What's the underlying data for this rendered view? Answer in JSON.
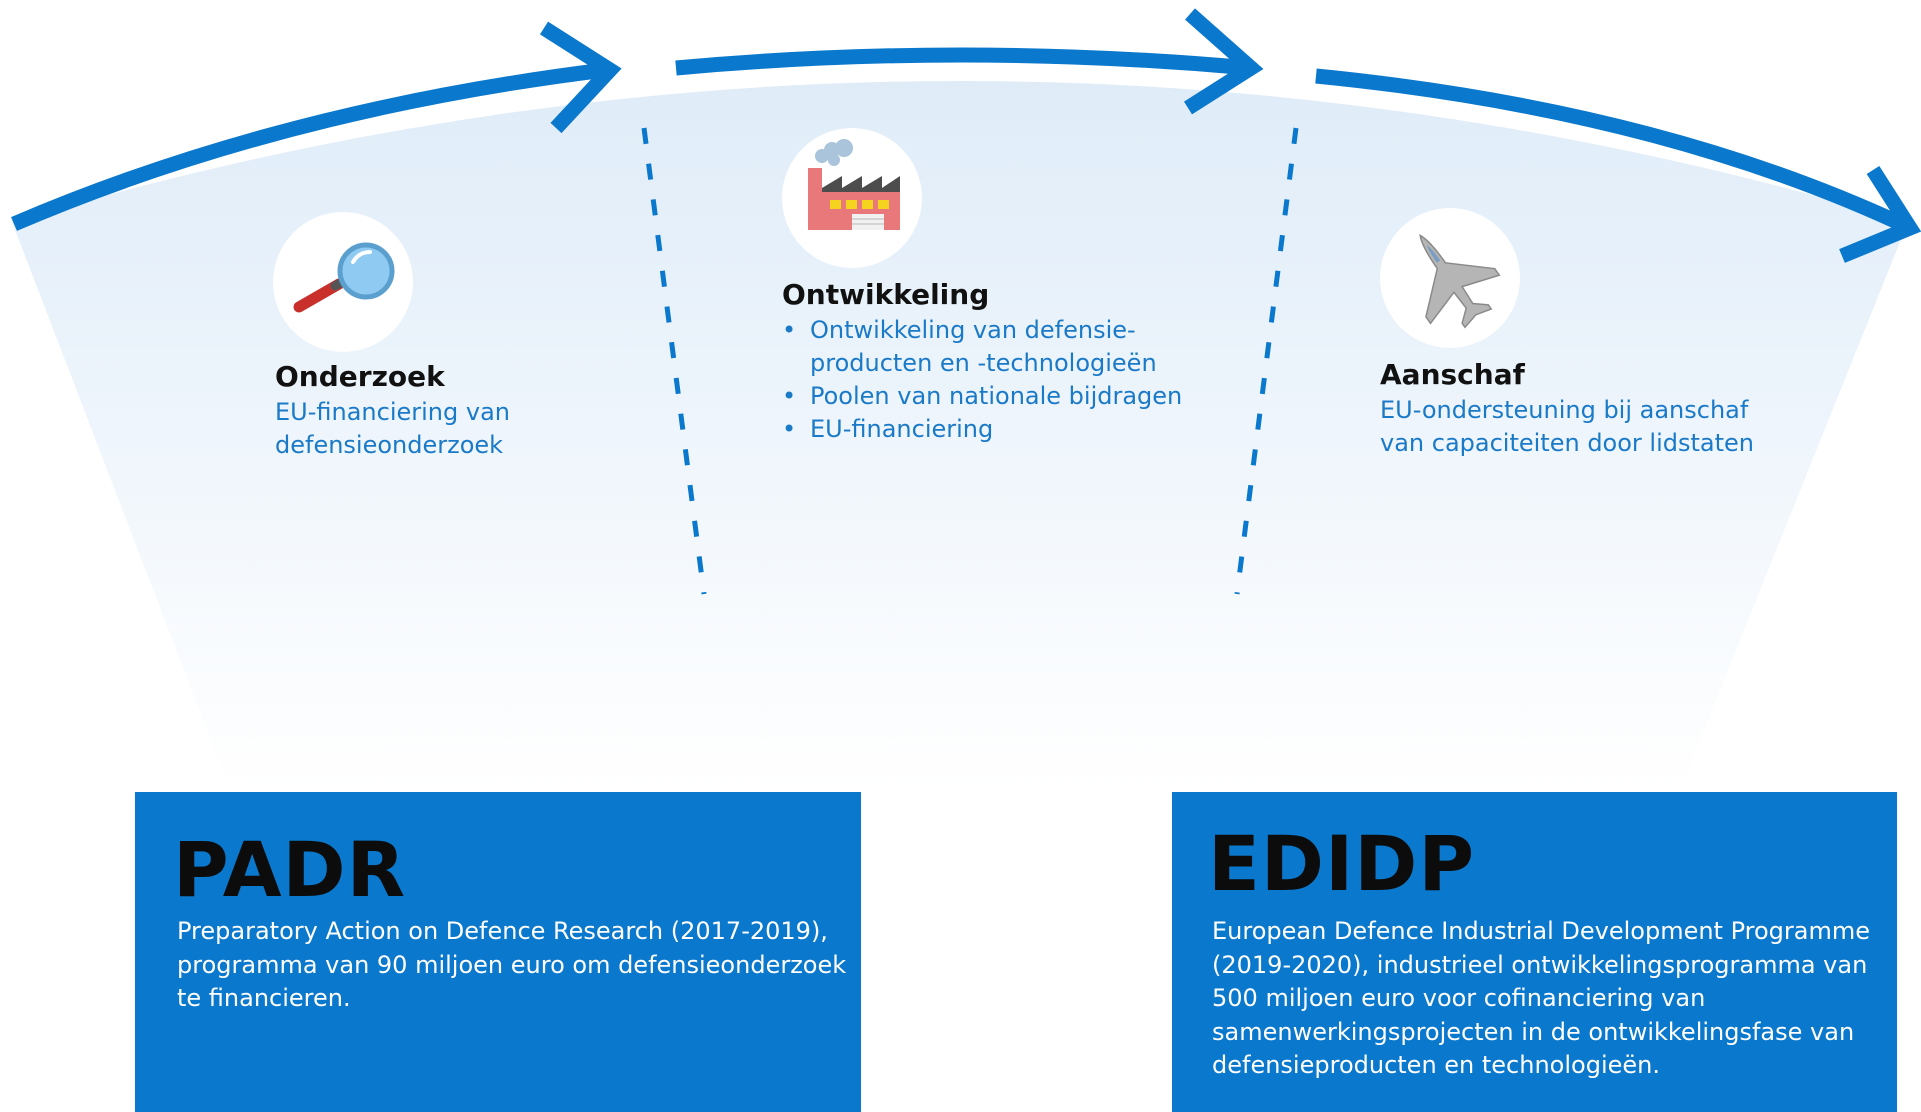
{
  "stages": [
    {
      "id": "onderzoek",
      "icon": "magnifying-glass-icon",
      "title": "Onderzoek",
      "text_lines": [
        "EU-financiering van",
        "defensieonderzoek"
      ]
    },
    {
      "id": "ontwikkeling",
      "icon": "factory-icon",
      "title": "Ontwikkeling",
      "bullets": [
        {
          "lines": [
            "Ontwikkeling van defensie-",
            "producten en -technologieën"
          ]
        },
        {
          "lines": [
            "Poolen van nationale bijdragen"
          ]
        },
        {
          "lines": [
            "EU-financiering"
          ]
        }
      ]
    },
    {
      "id": "aanschaf",
      "icon": "fighter-jet-icon",
      "title": "Aanschaf",
      "text_lines": [
        "EU-ondersteuning bij aanschaf",
        "van capaciteiten door lidstaten"
      ]
    }
  ],
  "bullet_symbol": "•",
  "programs": [
    {
      "id": "padr",
      "name": "PADR",
      "desc_lines": [
        "Preparatory Action on Defence Research (2017-2019),",
        "programma van 90 miljoen euro om defensieonderzoek",
        "te financieren."
      ]
    },
    {
      "id": "edidp",
      "name": "EDIDP",
      "desc_lines": [
        "European Defence Industrial Development Programme",
        "(2019-2020), industrieel ontwikkelingsprogramma van",
        "500 miljoen euro voor cofinanciering van",
        "samenwerkingsprojecten in de ontwikkelingsfase van",
        "defensieproducten en technologieën."
      ]
    }
  ],
  "colors": {
    "arrow": "#0a78cc",
    "box": "#0a78cc",
    "fan_top": "#e2eef8",
    "fan_bottom": "#ffffff",
    "stage_text": "#1a7ac8",
    "title": "#111111"
  }
}
